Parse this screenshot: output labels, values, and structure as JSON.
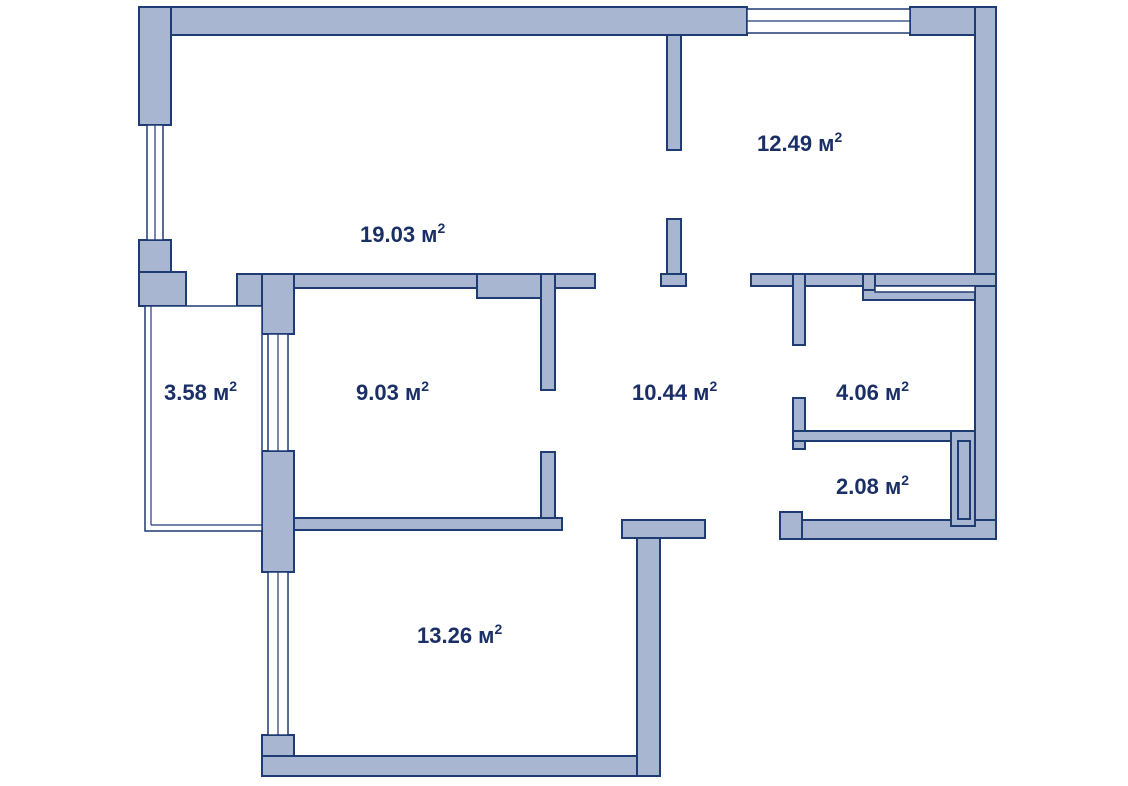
{
  "colors": {
    "wall_fill": "#a8b6d2",
    "wall_stroke": "#1f3b73",
    "label": "#1a2f66",
    "window": "#ffffff",
    "background": "#ffffff"
  },
  "unit": "м",
  "unit_power": "2",
  "rooms": [
    {
      "key": "room-living",
      "area": "19.03"
    },
    {
      "key": "room-bedroom-ne",
      "area": "12.49"
    },
    {
      "key": "room-balcony",
      "area": "3.58"
    },
    {
      "key": "room-bedroom-mid",
      "area": "9.03"
    },
    {
      "key": "room-hall",
      "area": "10.44"
    },
    {
      "key": "room-bath",
      "area": "4.06"
    },
    {
      "key": "room-wc",
      "area": "2.08"
    },
    {
      "key": "room-bedroom-s",
      "area": "13.26"
    }
  ]
}
